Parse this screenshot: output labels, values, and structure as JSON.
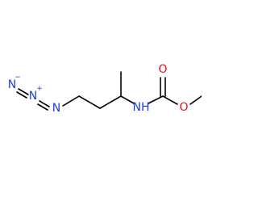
{
  "molecule": {
    "atoms": {
      "n_terminal": "N",
      "n_terminal_charge": "−",
      "n_middle": "N",
      "n_middle_charge": "+",
      "n_azide_attached": "N",
      "nh": "NH",
      "o_carbonyl": "O",
      "o_ester": "O"
    },
    "colors": {
      "nitrogen": "#1f3fd1",
      "oxygen": "#e0141b",
      "bond": "#000000"
    }
  }
}
